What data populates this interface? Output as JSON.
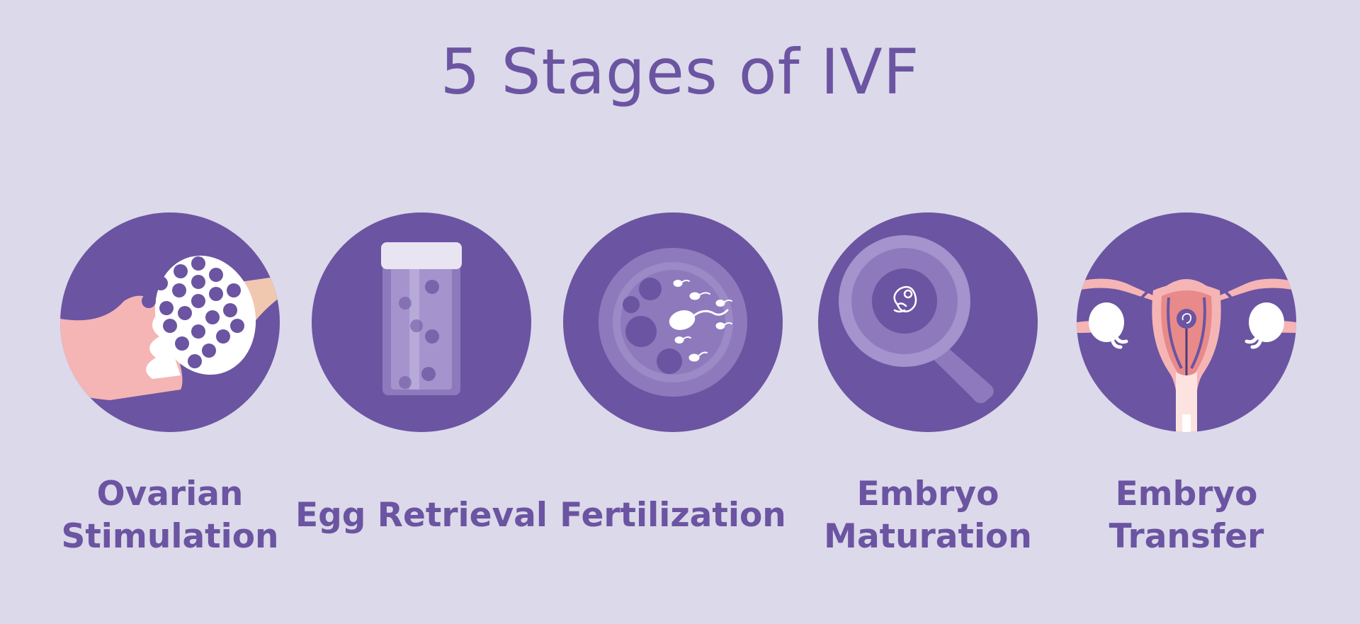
{
  "title": "5 Stages of IVF",
  "stages": [
    {
      "icon": "ovary-follicles-icon",
      "label_line1": "Ovarian",
      "label_line2": "Stimulation"
    },
    {
      "icon": "test-tube-icon",
      "label": "Egg Retrieval"
    },
    {
      "icon": "petri-dish-sperm-icon",
      "label": "Fertilization"
    },
    {
      "icon": "magnifier-embryo-icon",
      "label_line1": "Embryo",
      "label_line2": "Maturation"
    },
    {
      "icon": "uterus-transfer-icon",
      "label_line1": "Embryo",
      "label_line2": "Transfer"
    }
  ],
  "colors": {
    "background": "#dcd9ea",
    "primary": "#6b54a1",
    "light_purple": "#8e79bd",
    "pink": "#f5b5b5",
    "white": "#ffffff"
  }
}
